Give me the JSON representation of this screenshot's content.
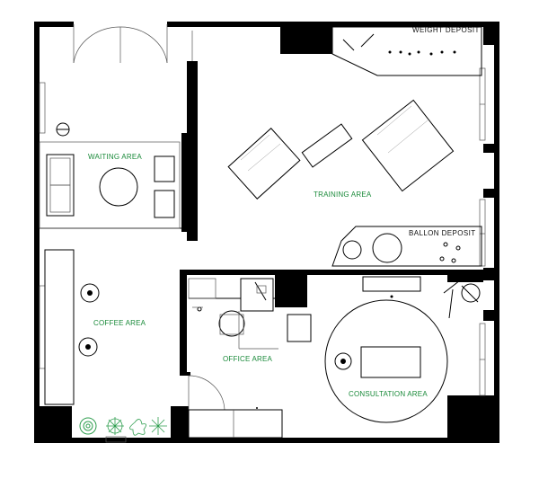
{
  "rooms": {
    "weight_deposit": "WEIGHT  DEPOSIT",
    "waiting_area": "WAITING AREA",
    "training_area": "TRAINING AREA",
    "ballon_deposit": "BALLON  DEPOSIT",
    "coffee_area": "COFFEE AREA",
    "office_area": "OFFICE AREA",
    "consultation_area": "CONSULTATION AREA"
  },
  "colors": {
    "wall": "#000000",
    "room_label": "#1a8a3a",
    "deposit_label": "#111111",
    "plant": "#2f9e4f"
  }
}
